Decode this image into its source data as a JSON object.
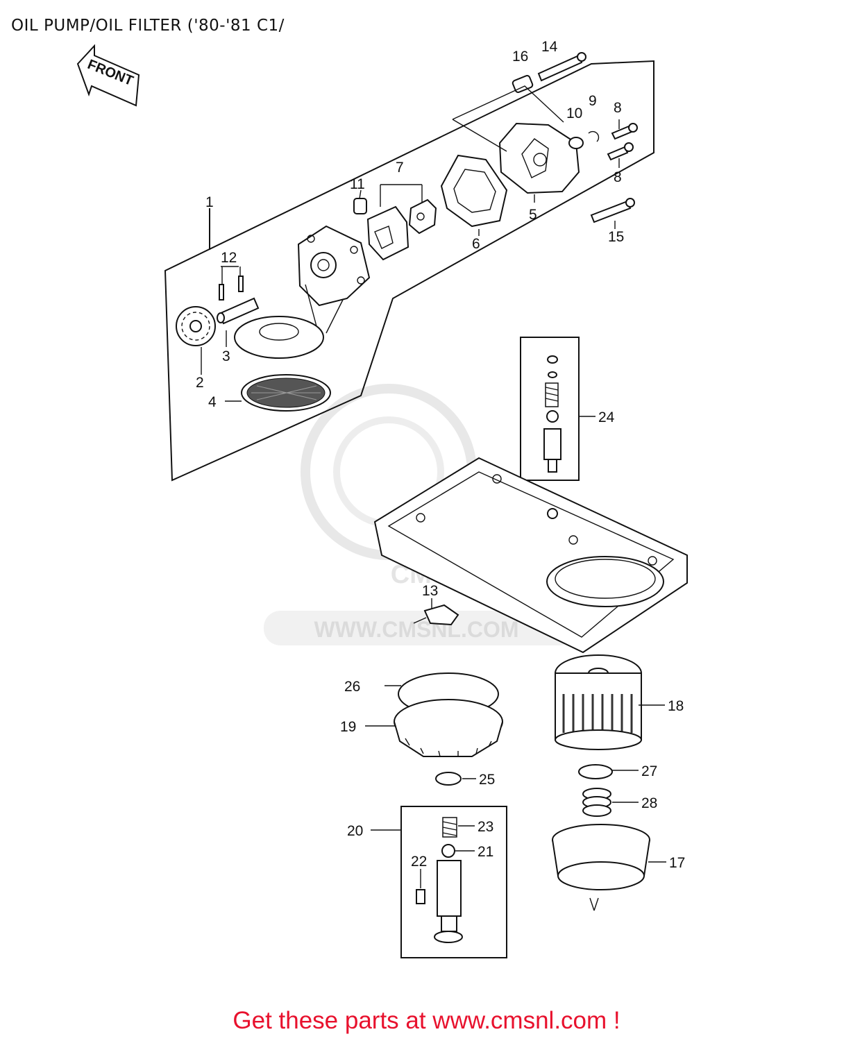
{
  "header": {
    "title": "OIL PUMP/OIL FILTER ('80-'81 C1/"
  },
  "footer": {
    "cta": "Get these parts at www.cmsnl.com !"
  },
  "front_arrow": {
    "label": "FRONT"
  },
  "watermark": {
    "logo_text": "CMS",
    "url": "WWW.CMSNL.COM"
  },
  "callouts": [
    "1",
    "2",
    "3",
    "4",
    "5",
    "6",
    "7",
    "8",
    "8",
    "9",
    "10",
    "11",
    "12",
    "13",
    "14",
    "15",
    "16",
    "17",
    "18",
    "19",
    "20",
    "21",
    "22",
    "23",
    "24",
    "25",
    "26",
    "27",
    "28"
  ],
  "colors": {
    "cta": "#e8112d",
    "line": "#111111",
    "watermark": "#e2e2e2"
  }
}
